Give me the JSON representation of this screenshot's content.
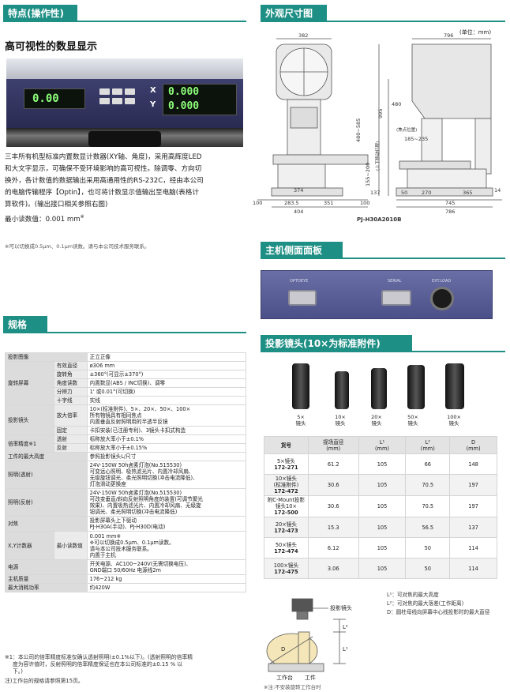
{
  "sections": {
    "features_tab": "特点(操作性)",
    "dimensions_tab": "外观尺寸图",
    "side_panel_tab": "主机侧面面板",
    "spec_tab": "规格",
    "lens_tab": "投影镜头(10×为标准附件)"
  },
  "features": {
    "heading": "高可视性的数显显示",
    "body_lines": [
      "三丰所有机型标准内置数显计数器(XY轴、角度)，采用高辉度LED",
      "和大文字显示，可确保不受环境影响的高可视性。除调零、方向切",
      "换外，各计数值的数据输出采用高通用性的RS-232C，经由本公司",
      "的电脑传输程序【Optin】，也可将计数显示值输出至电脑(表格计",
      "算软件)。(输出接口相关参照右图)"
    ],
    "min_reading": "最小读数值：0.001 mm",
    "min_reading_mark": "※",
    "footnote": "※可以切换成0.5μm、0.1μm读数。请与本公司技术服务联系。"
  },
  "counter_display": {
    "left_value": "0.00",
    "x_value": "0.000",
    "y_value": "0.000",
    "x_label": "X",
    "y_label": "Y"
  },
  "dimensions": {
    "unit": "(单位：mm)",
    "model_caption": "PJ-H30A2010B",
    "labels": [
      "382",
      "796",
      "480",
      "995",
      "480~585",
      "155~200",
      "137",
      "185~235",
      "100",
      "283.5",
      "351",
      "100",
      "374",
      "404",
      "50",
      "270",
      "365",
      "14",
      "745",
      "786",
      "(焦点位置)",
      "(上下移动行程)"
    ]
  },
  "side_panel": {
    "port_labels": [
      "OPTDEYE",
      "SERIAL",
      "EXT.LOAD"
    ]
  },
  "spec_table": [
    {
      "group": "投影图像",
      "sub": "",
      "value": "正立正像"
    },
    {
      "group": "旋转屏幕",
      "sub": "有效直径",
      "value": "ø306 mm"
    },
    {
      "group": "",
      "sub": "旋转角",
      "value": "±360°(可显示±370°)"
    },
    {
      "group": "",
      "sub": "角度读数",
      "value": "内置数显(ABS / INC切换)、调零"
    },
    {
      "group": "",
      "sub": "分辨力",
      "value": "1' 或0.01°(可切换)"
    },
    {
      "group": "",
      "sub": "十字线",
      "value": "实线"
    },
    {
      "group": "投影镜头",
      "sub": "放大倍率",
      "value": "10×(标准附件)、5×、20×、50×、100×\n所有物镜具有相同焦点\n内置垂直反射照明用的半透半反镜"
    },
    {
      "group": "",
      "sub": "固定",
      "value": "卡扣安装(已注册专利)、3镜头卡扣式构造"
    },
    {
      "group": "倍率精度※1",
      "sub": "透射",
      "value": "标称放大率小于±0.1%"
    },
    {
      "group": "",
      "sub": "反射",
      "value": "标称放大率小于±0.15%"
    },
    {
      "group": "工件的最大高度",
      "sub": "",
      "value": "参照投影镜头L/尺寸"
    },
    {
      "group": "照明(透射)",
      "sub": "",
      "value": "24V·150W 50h卤素灯泡(No.515530)\n可变远心照明、吸热滤光片、内置冷却风扇、\n无级旋钮调光、柔光照明切换(冲击电流降低)、\n灯泡滑动更换座"
    },
    {
      "group": "照明(反射)",
      "sub": "",
      "value": "24V·150W 50h卤素灯泡(No.515530)\n可改变垂直/斜向反射照明角度的装置(可调节聚光\n效果)、内置吸热滤光片、内置冷却风扇、无级旋\n钮调光、柔光照明切换(冲击电流降低)"
    },
    {
      "group": "对焦",
      "sub": "",
      "value": "投影屏幕头上下驱动\nPJ-H30A(手动)、PJ-H30D(电动)"
    },
    {
      "group": "X,Y计数器",
      "sub": "最小读数值",
      "value": "0.001 mm※\n※可以切换成0.5μm、0.1μm读数。\n请与本公司技术服务联系。\n内置于主机"
    },
    {
      "group": "电源",
      "sub": "",
      "value": "开关电源、AC100~240V(无需切换电压)、\nGND端口  50/60Hz  电源线2m"
    },
    {
      "group": "主机质量",
      "sub": "",
      "value": "176~212 kg"
    },
    {
      "group": "最大消耗功率",
      "sub": "",
      "value": "约420W"
    }
  ],
  "spec_notes": [
    "※1：本公司的倍率精度标准仅确认透射照明(±0.1%以下)。(透射照明的倍率精",
    "度为容许值时，反射照明的倍率精度保证也在本公司标准的±0.15 % 以",
    "下。)",
    "注)工作台的规格请参照第15页。"
  ],
  "lenses": {
    "captions": [
      {
        "mag": "5×",
        "word": "镜头"
      },
      {
        "mag": "10×",
        "word": "镜头"
      },
      {
        "mag": "20×",
        "word": "镜头"
      },
      {
        "mag": "50×",
        "word": "镜头"
      },
      {
        "mag": "100×",
        "word": "镜头"
      }
    ],
    "headers": [
      "货号",
      "视场直径\n(mm)",
      "L¹\n(mm)",
      "L²\n(mm)",
      "D\n(mm)"
    ],
    "rows": [
      {
        "name": "5×镜头",
        "code": "172-271",
        "fov": "61.2",
        "l1": "105",
        "l2": "66",
        "d": "148"
      },
      {
        "name": "10×镜头\n(标准附件)",
        "code": "172-472",
        "fov": "30.6",
        "l1": "105",
        "l2": "70.5",
        "d": "197"
      },
      {
        "name": "附C-Mount投影\n镜头10×",
        "code": "172-500",
        "fov": "30.6",
        "l1": "105",
        "l2": "70.5",
        "d": "197"
      },
      {
        "name": "20×镜头",
        "code": "172-473",
        "fov": "15.3",
        "l1": "105",
        "l2": "56.5",
        "d": "137"
      },
      {
        "name": "50×镜头",
        "code": "172-474",
        "fov": "6.12",
        "l1": "105",
        "l2": "50",
        "d": "114"
      },
      {
        "name": "100×镜头",
        "code": "172-475",
        "fov": "3.06",
        "l1": "105",
        "l2": "50",
        "d": "114"
      }
    ],
    "legend": [
      "L¹：可对焦的最大高度",
      "L²：可对焦的最大落差(工作距离)",
      "D：圆柱母线向屏幕中心线投影时的最大直径"
    ],
    "diagram_labels": {
      "lens": "投影镜头",
      "table": "工作台",
      "work": "工件",
      "d": "D",
      "l1": "L¹",
      "l2": "L²"
    },
    "diagram_note": "※注:不安装旋转工作台时"
  }
}
